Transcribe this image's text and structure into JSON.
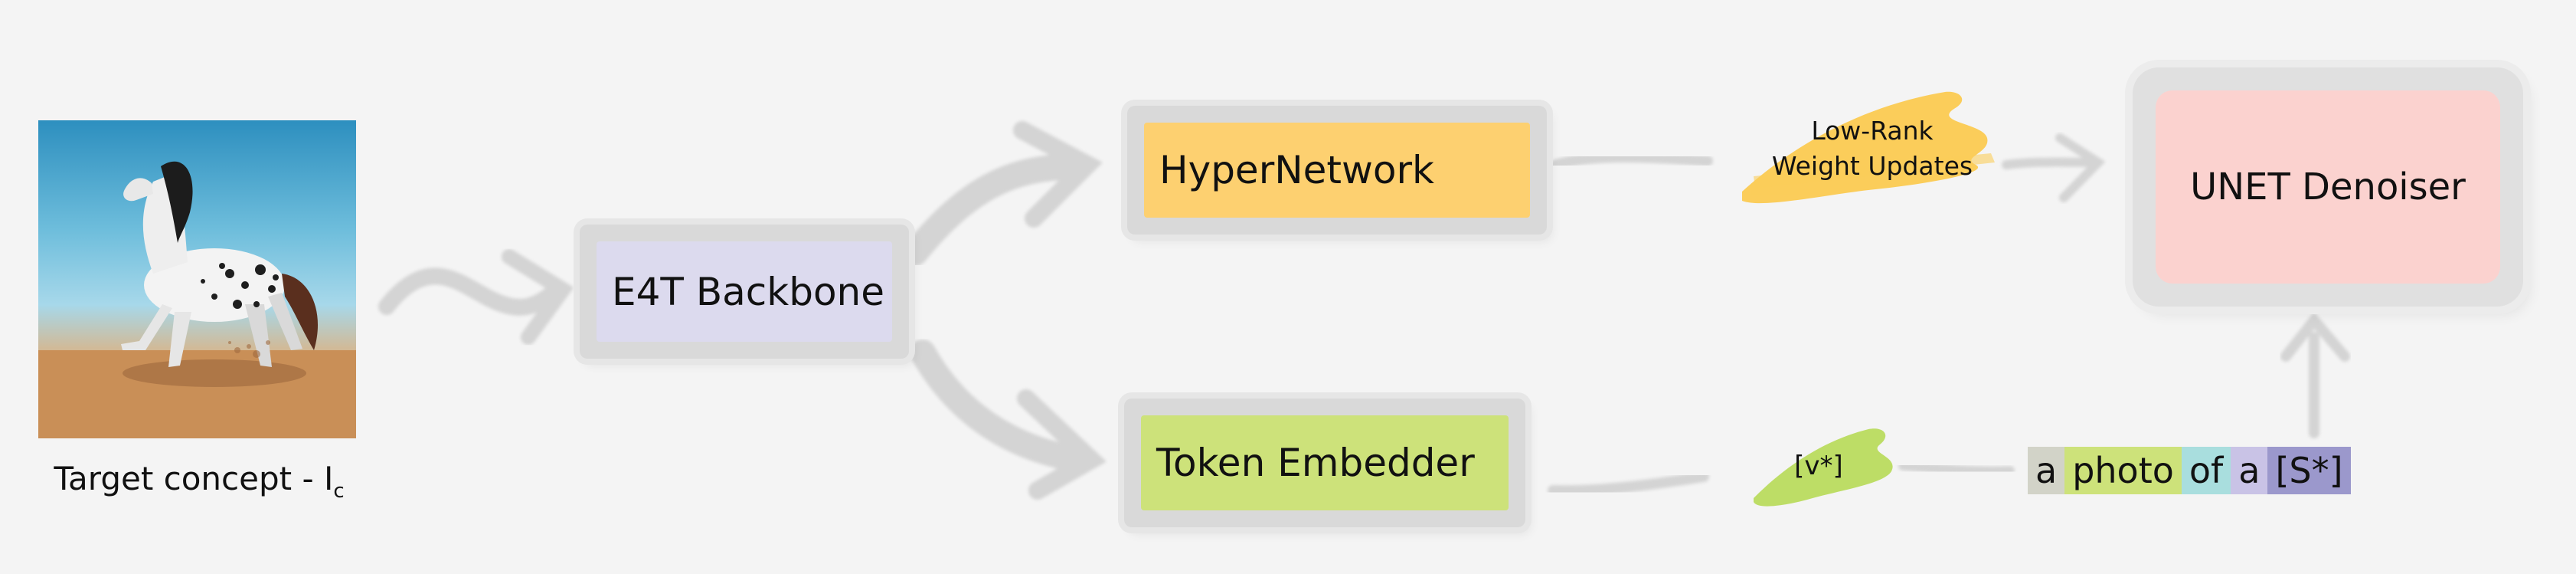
{
  "image": {
    "caption_main": "Target concept - I",
    "caption_sub": "c"
  },
  "blocks": {
    "backbone": "E4T Backbone",
    "hypernetwork": "HyperNetwork",
    "token_embedder": "Token Embedder",
    "unet": "UNET Denoiser"
  },
  "annotations": {
    "low_rank_line1": "Low-Rank",
    "low_rank_line2": "Weight Updates",
    "v_star": "[v*]"
  },
  "prompt": {
    "tokens": [
      {
        "text": "a",
        "color": "#d2d3c8"
      },
      {
        "text": "photo",
        "color": "#cde27a"
      },
      {
        "text": "of",
        "color": "#a9dede"
      },
      {
        "text": "a",
        "color": "#c9c3e6"
      },
      {
        "text": "[S*]",
        "color": "#9b98cc"
      }
    ]
  },
  "colors": {
    "background": "#f4f4f4",
    "backbone": "#dcdaee",
    "hypernetwork": "#fdd070",
    "token_embedder": "#cde27a",
    "unet": "#fbd2cf",
    "arrow": "#d6d6d6",
    "low_rank_stroke": "#fcc94a",
    "v_star_stroke": "#b7da57"
  }
}
